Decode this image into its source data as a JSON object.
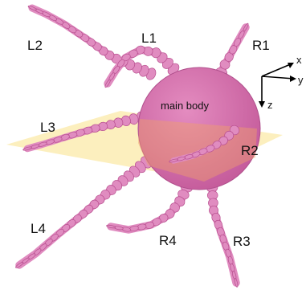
{
  "figure": {
    "body_label": "main body",
    "legs": [
      {
        "id": "L1",
        "label": "L1"
      },
      {
        "id": "L2",
        "label": "L2"
      },
      {
        "id": "L3",
        "label": "L3"
      },
      {
        "id": "L4",
        "label": "L4"
      },
      {
        "id": "R1",
        "label": "R1"
      },
      {
        "id": "R2",
        "label": "R2"
      },
      {
        "id": "R3",
        "label": "R3"
      },
      {
        "id": "R4",
        "label": "R4"
      }
    ],
    "axes": {
      "x": "x",
      "y": "y",
      "z": "z"
    },
    "colors": {
      "body": "#d46aa8",
      "segment": "#e08cc0",
      "segment_edge": "#b84f8f",
      "plane": "#fbe9a8",
      "plane_over_body": "#e8a090"
    }
  }
}
